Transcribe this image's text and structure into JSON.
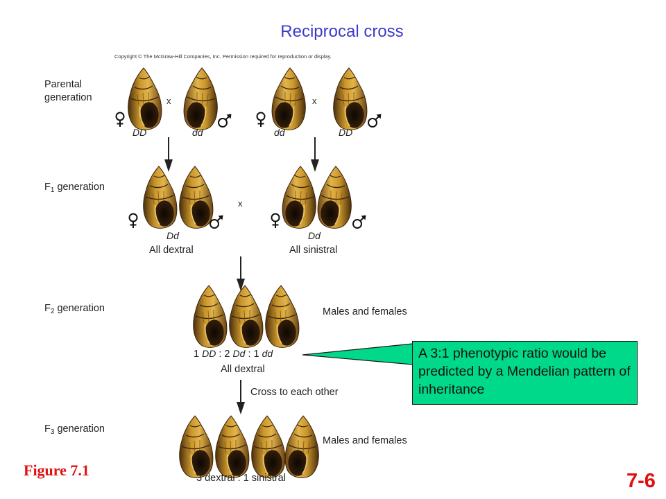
{
  "title": "Reciprocal cross",
  "copyright": "Copyright © The McGraw-Hill Companies, Inc. Permission required for reproduction or display.",
  "generations": {
    "parental_line1": "Parental",
    "parental_line2": "generation",
    "f1_letter": "F",
    "f1_sub": "1",
    "f1_rest": " generation",
    "f2_letter": "F",
    "f2_sub": "2",
    "f2_rest": " generation",
    "f3_letter": "F",
    "f3_sub": "3",
    "f3_rest": " generation"
  },
  "cross_symbol": "x",
  "parental": {
    "left_female_genotype": "DD",
    "left_male_genotype": "dd",
    "right_female_genotype": "dd",
    "right_male_genotype": "DD"
  },
  "f1": {
    "left_genotype": "Dd",
    "left_label": "All dextral",
    "right_genotype": "Dd",
    "right_label": "All sinistral"
  },
  "f2": {
    "ratio_1a": "1 ",
    "ratio_DD": "DD",
    "ratio_mid1": " : 2 ",
    "ratio_Dd": "Dd",
    "ratio_mid2": " : 1 ",
    "ratio_dd": "dd",
    "label": "All dextral",
    "sex_label": "Males and females",
    "cross_note": "Cross to each other"
  },
  "f3": {
    "sex_label": "Males and females",
    "ratio_label": "3 dextral : 1 sinistral"
  },
  "callout": "A 3:1 phenotypic ratio would be predicted by a Mendelian pattern of inheritance",
  "figure_label": "Figure 7.1",
  "page_number": "7-6",
  "colors": {
    "title": "#3b3bc9",
    "callout_bg": "#00d98a",
    "figure_label": "#e01010",
    "shell_dark": "#5a3a12",
    "shell_light": "#c9962c"
  },
  "icons": [
    "snail-shell-dextral",
    "snail-shell-sinistral",
    "female-symbol",
    "male-symbol",
    "down-arrow"
  ]
}
